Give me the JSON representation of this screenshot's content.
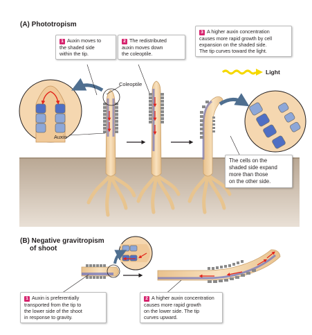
{
  "panel_a": {
    "title": "(A) Phototropism",
    "step1": {
      "num": "1",
      "text": "Auxin moves to\nthe shaded side\nwithin the tip."
    },
    "step2": {
      "num": "2",
      "text": "The redistributed\nauxin moves down\nthe coleoptile."
    },
    "step3": {
      "num": "3",
      "text": "A higher auxin concentration\ncauses more rapid growth by cell\nexpansion on the shaded side.\nThe tip curves toward the light."
    },
    "light_label": "Light",
    "coleoptile_label": "Coleoptile",
    "auxin_label": "Auxin",
    "cells_note": "The cells on the\nshaded side expand\nmore than those\non the other side."
  },
  "panel_b": {
    "title": "(B) Negative gravitropism\n     of shoot",
    "step1": {
      "num": "1",
      "text": "Auxin is preferentially\ntransported from the tip to\nthe lower side of the shoot\nin response to gravity."
    },
    "step2": {
      "num": "2",
      "text": "A higher auxin concentration\ncauses more rapid growth\non the  lower side. The tip\ncurves upward."
    }
  },
  "colors": {
    "accent": "#d6246e",
    "plant": "#f2d3a7",
    "soil": "#cbbba8",
    "light": "#f5d800",
    "auxin": "#6a6fbf",
    "arrow": "#e2231a"
  }
}
